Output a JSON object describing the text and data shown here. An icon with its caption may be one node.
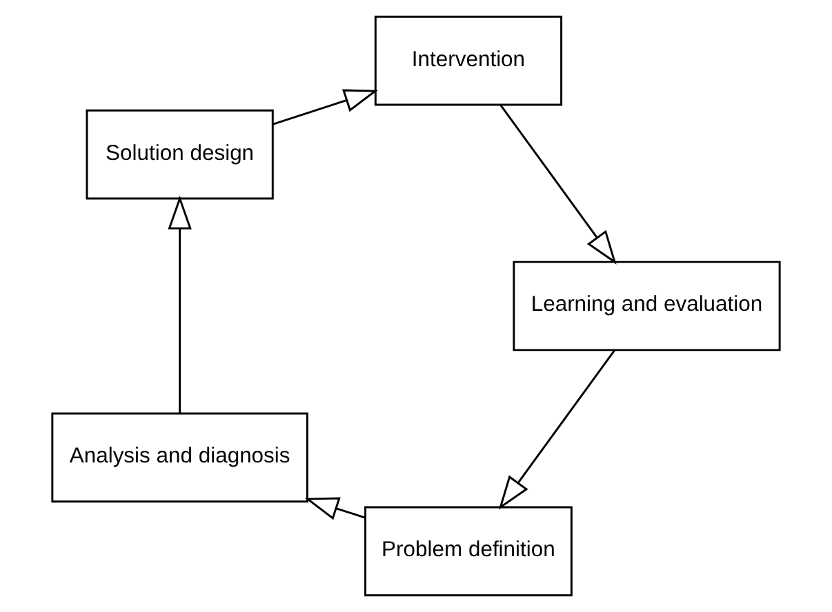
{
  "diagram": {
    "nodes": [
      {
        "text": [
          "Problem definition"
        ]
      },
      {
        "text": [
          "Analysis and diagnosis"
        ]
      },
      {
        "text": [
          "Solution design"
        ]
      },
      {
        "text": [
          "Intervention"
        ]
      },
      {
        "text": [
          "Learning and evaluation"
        ]
      }
    ],
    "edges": [
      {
        "from": 0,
        "to": 1,
        "arrow": "to"
      },
      {
        "from": 1,
        "to": 2,
        "arrow": "to"
      },
      {
        "from": 2,
        "to": 3,
        "arrow": "to"
      },
      {
        "from": 3,
        "to": 4,
        "arrow": "to"
      },
      {
        "from": 4,
        "to": 0,
        "arrow": "to"
      }
    ]
  }
}
